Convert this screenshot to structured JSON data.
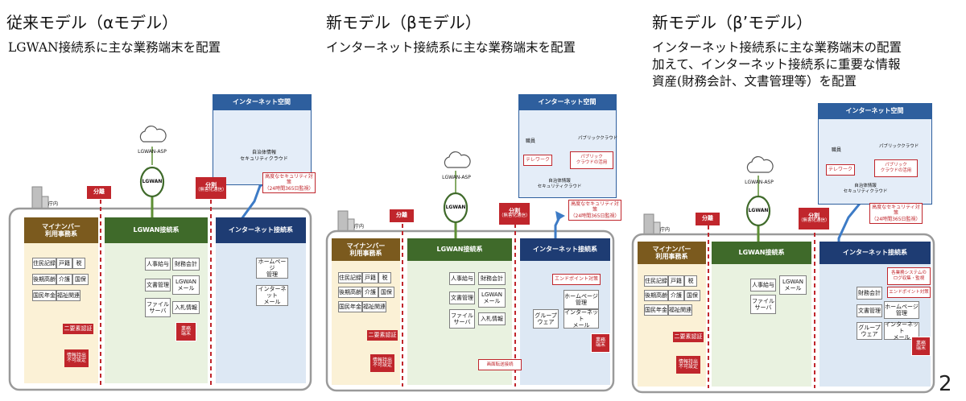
{
  "models": [
    {
      "title": "従来モデル（αモデル）",
      "subtitle_lines": [
        "LGWAN接続系に主な業務端末を配置"
      ],
      "internet_space": "インターネット空間",
      "cloud_label_lines": [
        "自治体情報",
        "セキュリティクラウド"
      ],
      "security_lines": [
        "高度なセキュリティ対策",
        "（24時間365日監視）"
      ],
      "lgwan_asp": "LGWAN-ASP",
      "lgwan": "LGWAN",
      "separation": "分離",
      "separation_detox_lines": [
        "分割",
        "（無害化通信）"
      ],
      "office": "庁内",
      "mynumber_lines": [
        "マイナンバー",
        "利用事務系"
      ],
      "lgwan_system": "LGWAN接続系",
      "internet_system": "インターネット接続系",
      "mynumber_items": [
        "住民記録",
        "戸籍",
        "税",
        "後期高齢",
        "介護",
        "国保",
        "国民年金",
        "福祉関連"
      ],
      "two_factor": "二要素認証",
      "info_lock_lines": [
        "情報持出",
        "不可設定"
      ],
      "lgwan_items": [
        "人事給与",
        "財務会計",
        "文書管理",
        "LGWAN\nメール",
        "ファイル\nサーバ",
        "入札情報"
      ],
      "business_terminal_lines": [
        "業務",
        "端末"
      ],
      "internet_items": [
        "ホームページ\n管理",
        "インターネット\nメール"
      ]
    },
    {
      "title": "新モデル（βモデル）",
      "subtitle_lines": [
        "インターネット接続系に主な業務端末を配置"
      ],
      "internet_space": "インターネット空間",
      "staff": "職員",
      "public_cloud": "パブリッククラウド",
      "telework": "テレワーク",
      "public_cloud_use_lines": [
        "パブリック",
        "クラウドの活用"
      ],
      "cloud_label_lines": [
        "自治体情報",
        "セキュリティクラウド"
      ],
      "security_lines": [
        "高度なセキュリティ対策",
        "（24時間365日監視）"
      ],
      "lgwan_asp": "LGWAN-ASP",
      "lgwan": "LGWAN",
      "separation": "分離",
      "separation_detox_lines": [
        "分割",
        "（無害化通信）"
      ],
      "office": "庁内",
      "mynumber_lines": [
        "マイナンバー",
        "利用事務系"
      ],
      "lgwan_system": "LGWAN接続系",
      "internet_system": "インターネット接続系",
      "mynumber_items": [
        "住民記録",
        "戸籍",
        "税",
        "後期高齢",
        "介護",
        "国保",
        "国民年金",
        "福祉関連"
      ],
      "two_factor": "二要素認証",
      "info_lock_lines": [
        "情報持出",
        "不可設定"
      ],
      "lgwan_items": [
        "人事給与",
        "財務会計",
        "文書管理",
        "LGWAN\nメール",
        "ファイル\nサーバ",
        "入札情報"
      ],
      "endpoint": "エンドポイント対策",
      "internet_items": [
        "ホームページ\n管理",
        "グループ\nウェア",
        "インターネット\nメール"
      ],
      "screen_transfer": "画面転送接続",
      "business_terminal_lines": [
        "業務",
        "端末"
      ]
    },
    {
      "title": "新モデル（β’モデル）",
      "subtitle_lines": [
        "インターネット接続系に主な業務端末の配置",
        "加えて、インターネット接続系に重要な情報",
        "資産(財務会計、文書管理等）を配置"
      ],
      "internet_space": "インターネット空間",
      "staff": "職員",
      "public_cloud": "パブリッククラウド",
      "telework": "テレワーク",
      "public_cloud_use_lines": [
        "パブリック",
        "クラウドの活用"
      ],
      "cloud_label_lines": [
        "自治体情報",
        "セキュリティクラウド"
      ],
      "security_lines": [
        "高度なセキュリティ対策",
        "（24時間365日監視）"
      ],
      "lgwan_asp": "LGWAN-ASP",
      "lgwan": "LGWAN",
      "separation": "分離",
      "separation_detox_lines": [
        "分割",
        "（無害化通信）"
      ],
      "office": "庁内",
      "mynumber_lines": [
        "マイナンバー",
        "利用事務系"
      ],
      "lgwan_system": "LGWAN接続系",
      "internet_system": "インターネット接続系",
      "mynumber_items": [
        "住民記録",
        "戸籍",
        "税",
        "後期高齢",
        "介護",
        "国保",
        "国民年金",
        "福祉関連"
      ],
      "two_factor": "二要素認証",
      "info_lock_lines": [
        "情報持出",
        "不可設定"
      ],
      "lgwan_items": [
        "人事給与",
        "LGWAN\nメール",
        "ファイル\nサーバ"
      ],
      "log_lines": [
        "各業務システムの",
        "ログ収集・監視"
      ],
      "endpoint": "エンドポイント対策",
      "internet_items": [
        "財務会計",
        "文書管理",
        "ホームページ\n管理",
        "グループ\nウェア",
        "インターネット\nメール"
      ],
      "business_terminal_lines": [
        "業務",
        "端末"
      ]
    }
  ],
  "page_number": "2",
  "colors": {
    "mynumber_header": "#7b5a1e",
    "mynumber_bg": "#fbf1d6",
    "lgwan_header": "#3f6a2a",
    "lgwan_bg": "#e9f2e0",
    "internet_header": "#1e3c73",
    "internet_bg": "#dde8f4",
    "internet_space": "#2e5f9e",
    "internet_space_bg": "#e4edf8",
    "separation_red": "#c0262c",
    "line_green": "#5d8f34",
    "arrow_blue": "#3d7bc6"
  }
}
